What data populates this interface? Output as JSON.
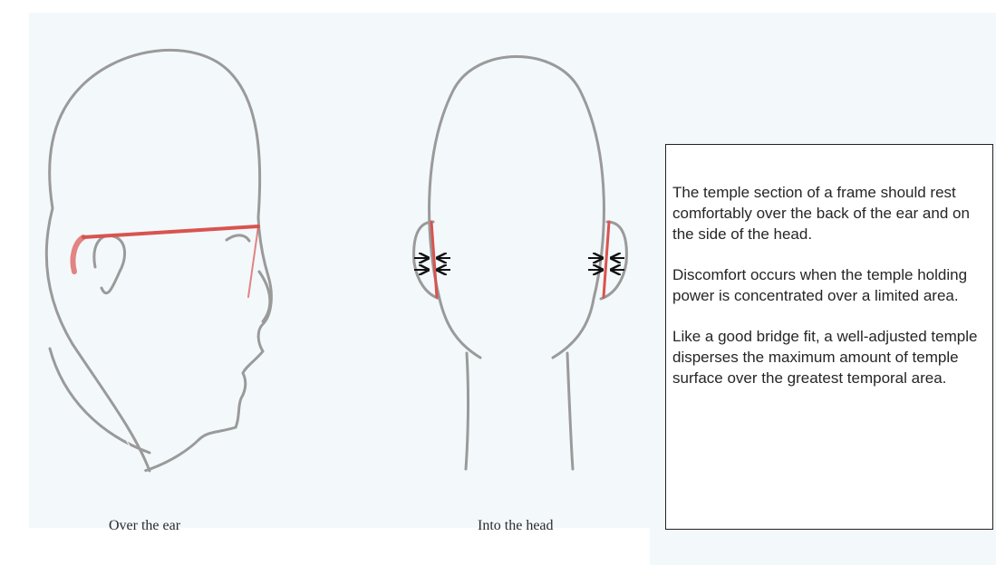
{
  "figure": {
    "left_caption": "Over the ear",
    "right_caption": "Into the head"
  },
  "description": {
    "paragraphs": [
      "The temple section of a frame should rest comfortably over the back of the ear and on the side of the head.",
      "Discomfort occurs when the temple holding power is concentrated over a limited area.",
      "Like a good bridge fit, a well-adjusted temple disperses the maximum amount of temple surface over the greatest temporal area."
    ]
  },
  "colors": {
    "background": "#f3f8fb",
    "outline": "#9a9a9a",
    "temple": "#d9534f",
    "arrow": "#111111"
  },
  "icons": [
    "pressure-arrows-icon"
  ]
}
